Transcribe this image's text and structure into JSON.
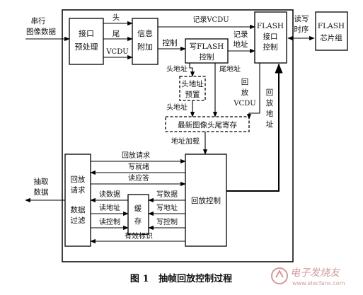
{
  "blocks": {
    "interface": [
      "接口",
      "预处理"
    ],
    "info": [
      "信息",
      "附加"
    ],
    "write_flash": [
      "写FLASH",
      "控制"
    ],
    "flash_if": [
      "FLASH",
      "接口",
      "控制"
    ],
    "flash_chip": [
      "FLASH",
      "芯片组"
    ],
    "head_preset": [
      "头地址",
      "预置"
    ],
    "latest_reg": "最新图像头尾寄存",
    "playback_ctrl": "回放控制",
    "buffer": [
      "缓",
      "存"
    ],
    "left_panel": [
      "回放",
      "请求",
      "数据",
      "过滤"
    ]
  },
  "labels": {
    "serial_input": [
      "串行",
      "图像数据"
    ],
    "head": "头",
    "tail": "尾",
    "vcdu": "VCDU",
    "record_vcdu": "记录VCDU",
    "control": "控制",
    "record_addr": [
      "记录",
      "地址"
    ],
    "rw_timing": [
      "读写",
      "时序"
    ],
    "head_addr_1": "头地址",
    "tail_addr": "尾地址",
    "head_addr_2": "头地址",
    "playback_vcdu": [
      "回",
      "放",
      "VCDU"
    ],
    "playback_addr": [
      "回",
      "放",
      "地",
      "址"
    ],
    "addr_load": "地址加载",
    "playback_request": "回放请求",
    "write_ready": "写就绪",
    "read_ack": "读应答",
    "read_data": "读数据",
    "read_addr": "读地址",
    "read_ctrl": "读控制",
    "write_data": "写数据",
    "write_addr": "写地址",
    "write_ctrl": "写控制",
    "valid_flag": "有效标识",
    "extract": [
      "抽取",
      "数据"
    ]
  },
  "caption": "图 1   抽帧回放控制过程",
  "watermark": [
    "电子发烧友",
    "www.elecfans.com"
  ]
}
